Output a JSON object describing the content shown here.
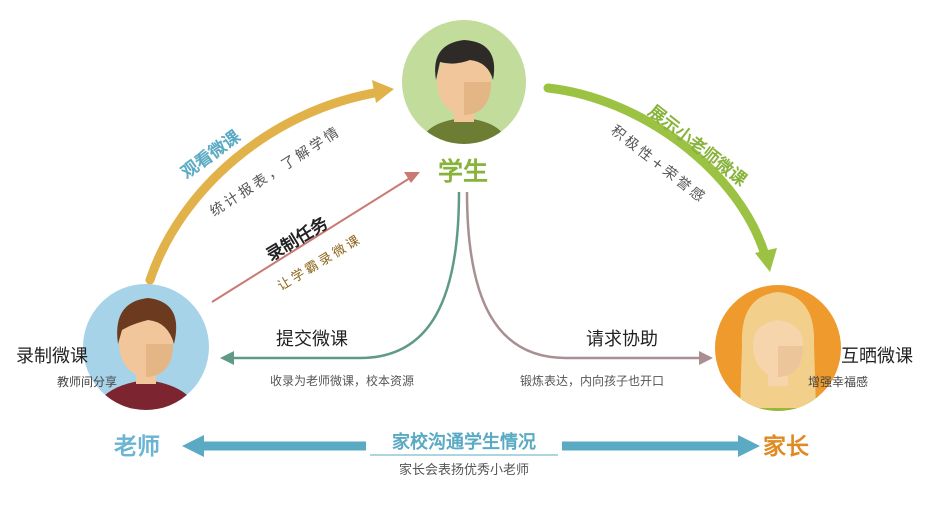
{
  "roles": {
    "student": "学生",
    "teacher": "老师",
    "parent": "家长"
  },
  "flows": {
    "watch_title": "观看微课",
    "watch_sub": "统计报表，了解学情",
    "show_title": "展示小老师微课",
    "show_sub": "积极性+荣誉感",
    "task_title": "录制任务",
    "task_sub": "让学霸录微课",
    "submit_title": "提交微课",
    "submit_sub": "收录为老师微课，校本资源",
    "help_title": "请求协助",
    "help_sub": "锻炼表达，内向孩子也开口",
    "record_title": "录制微课",
    "record_sub": "教师间分享",
    "share_title": "互晒微课",
    "share_sub": "增强幸福感",
    "comm_title": "家校沟通学生情况",
    "comm_sub": "家长会表扬优秀小老师"
  },
  "colors": {
    "yellow": "#e2b24a",
    "green": "#9cc244",
    "red": "#c97a74",
    "teal": "#5e9a86",
    "mauve": "#a98e92",
    "blue": "#5aaac3",
    "orange": "#e2962e",
    "teacher_text": "#6ab4d4",
    "parent_text": "#e08a22"
  }
}
